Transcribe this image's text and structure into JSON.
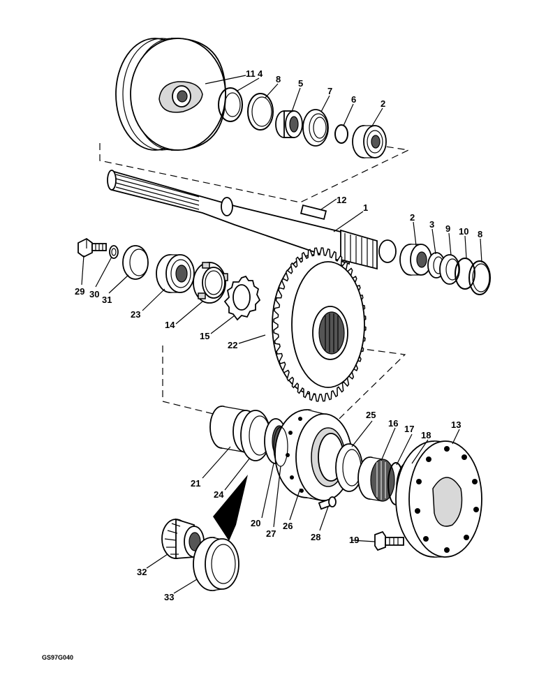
{
  "figure_code": "GS97G040",
  "callouts": [
    {
      "id": "11",
      "text": "11"
    },
    {
      "id": "4a",
      "text": "4"
    },
    {
      "id": "8a",
      "text": "8"
    },
    {
      "id": "5",
      "text": "5"
    },
    {
      "id": "7",
      "text": "7"
    },
    {
      "id": "6",
      "text": "6"
    },
    {
      "id": "2a",
      "text": "2"
    },
    {
      "id": "12",
      "text": "12"
    },
    {
      "id": "1",
      "text": "1"
    },
    {
      "id": "2b",
      "text": "2"
    },
    {
      "id": "3",
      "text": "3"
    },
    {
      "id": "9",
      "text": "9"
    },
    {
      "id": "10",
      "text": "10"
    },
    {
      "id": "8b",
      "text": "8"
    },
    {
      "id": "29",
      "text": "29"
    },
    {
      "id": "30",
      "text": "30"
    },
    {
      "id": "31",
      "text": "31"
    },
    {
      "id": "23",
      "text": "23"
    },
    {
      "id": "14",
      "text": "14"
    },
    {
      "id": "15",
      "text": "15"
    },
    {
      "id": "22",
      "text": "22"
    },
    {
      "id": "25",
      "text": "25"
    },
    {
      "id": "16",
      "text": "16"
    },
    {
      "id": "17",
      "text": "17"
    },
    {
      "id": "18",
      "text": "18"
    },
    {
      "id": "13",
      "text": "13"
    },
    {
      "id": "21",
      "text": "21"
    },
    {
      "id": "24",
      "text": "24"
    },
    {
      "id": "20",
      "text": "20"
    },
    {
      "id": "27",
      "text": "27"
    },
    {
      "id": "26",
      "text": "26"
    },
    {
      "id": "28",
      "text": "28"
    },
    {
      "id": "19",
      "text": "19"
    },
    {
      "id": "32",
      "text": "32"
    },
    {
      "id": "33",
      "text": "33"
    }
  ]
}
